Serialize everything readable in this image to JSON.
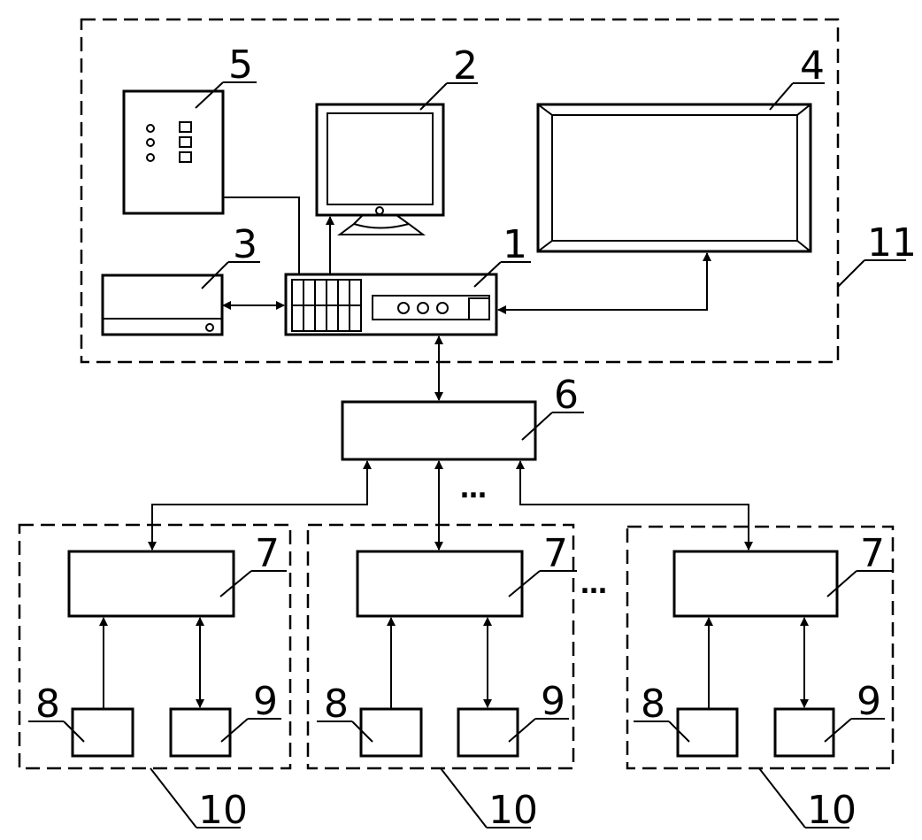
{
  "labels": {
    "central_unit": "1",
    "monitor": "2",
    "printer": "3",
    "display_screen": "4",
    "control_box": "5",
    "network_hub": "6",
    "sub_controller": "7",
    "sensor": "8",
    "actuator": "9",
    "field_station": "10",
    "control_room": "11"
  },
  "ellipsis": "…"
}
